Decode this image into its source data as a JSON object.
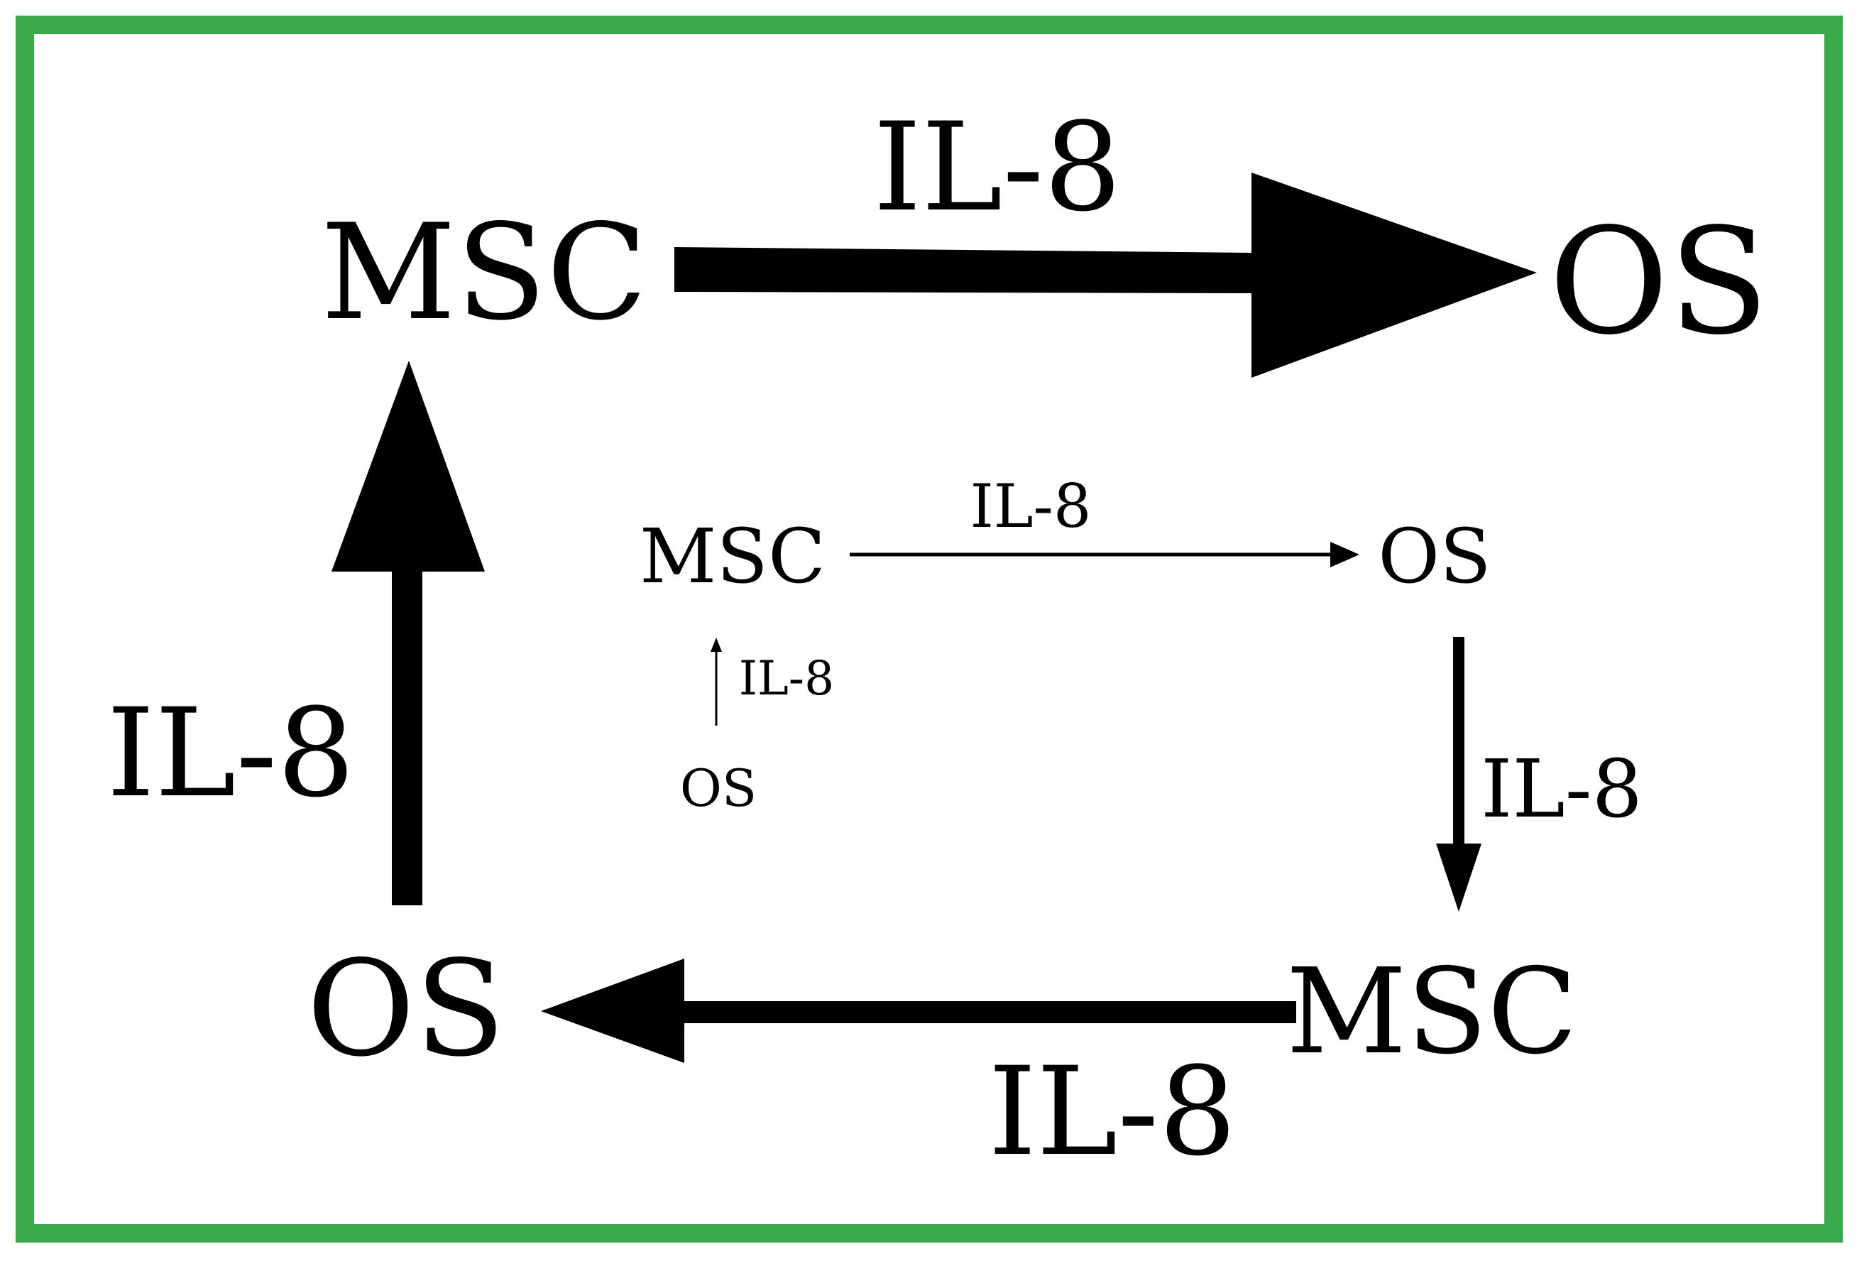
{
  "diagram": {
    "frame_color": "#3aaa4a",
    "ink_color": "#000000",
    "nodes": {
      "outer_msc_top": "MSC",
      "outer_os_right": "OS",
      "outer_msc_bottom": "MSC",
      "outer_os_left": "OS",
      "inner_msc": "MSC",
      "inner_os_right": "OS",
      "inner_os_bottom": "OS"
    },
    "edges": {
      "outer_top": "IL-8",
      "outer_left": "IL-8",
      "outer_bottom": "IL-8",
      "inner_top": "IL-8",
      "inner_right": "IL-8",
      "inner_left": "IL-8"
    }
  }
}
